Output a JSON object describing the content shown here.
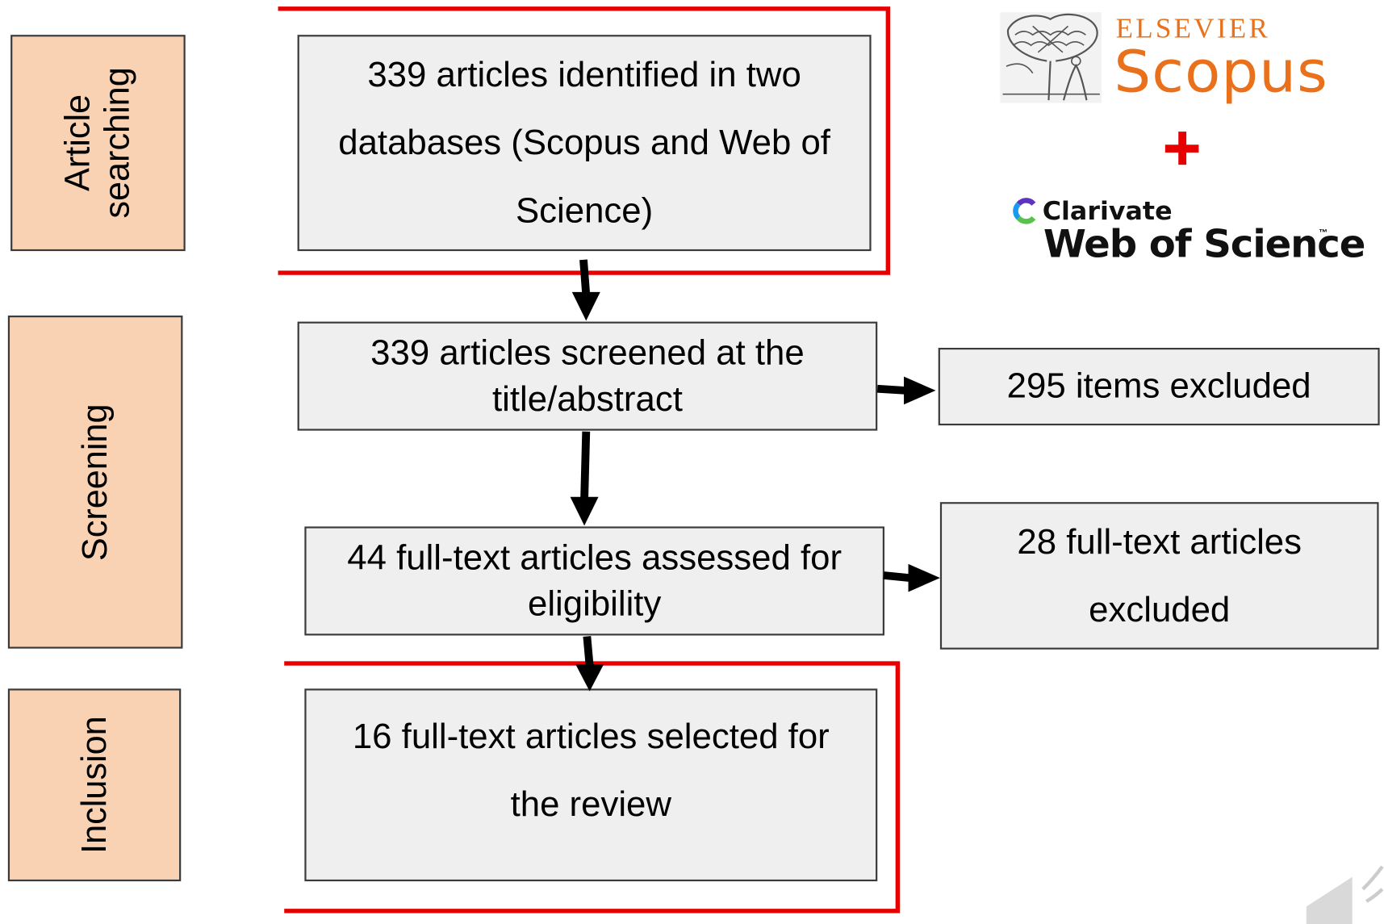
{
  "phases": {
    "article_searching": {
      "line1": "Article",
      "line2": "searching"
    },
    "screening": "Screening",
    "inclusion": "Inclusion"
  },
  "boxes": {
    "identified": [
      "339 articles identified in two",
      "databases (Scopus and Web of",
      "Science)"
    ],
    "screened": [
      "339 articles screened at the",
      "title/abstract"
    ],
    "excluded_items": [
      "295 items excluded"
    ],
    "assessed": [
      "44 full-text articles assessed for",
      "eligibility"
    ],
    "fulltext_excluded": [
      "28 full-text articles",
      "excluded"
    ],
    "selected": [
      "16 full-text articles selected for",
      "the review"
    ]
  },
  "logos": {
    "elsevier": "ELSEVIER",
    "scopus": "Scopus",
    "plus": "+",
    "clarivate": "Clarivate",
    "web_of_science": "Web of Science",
    "trademark": "™"
  },
  "colors": {
    "phase_fill": "#f9d2b3",
    "box_fill": "#efefef",
    "highlight_red": "#e60000",
    "brand_orange": "#e9711c"
  }
}
